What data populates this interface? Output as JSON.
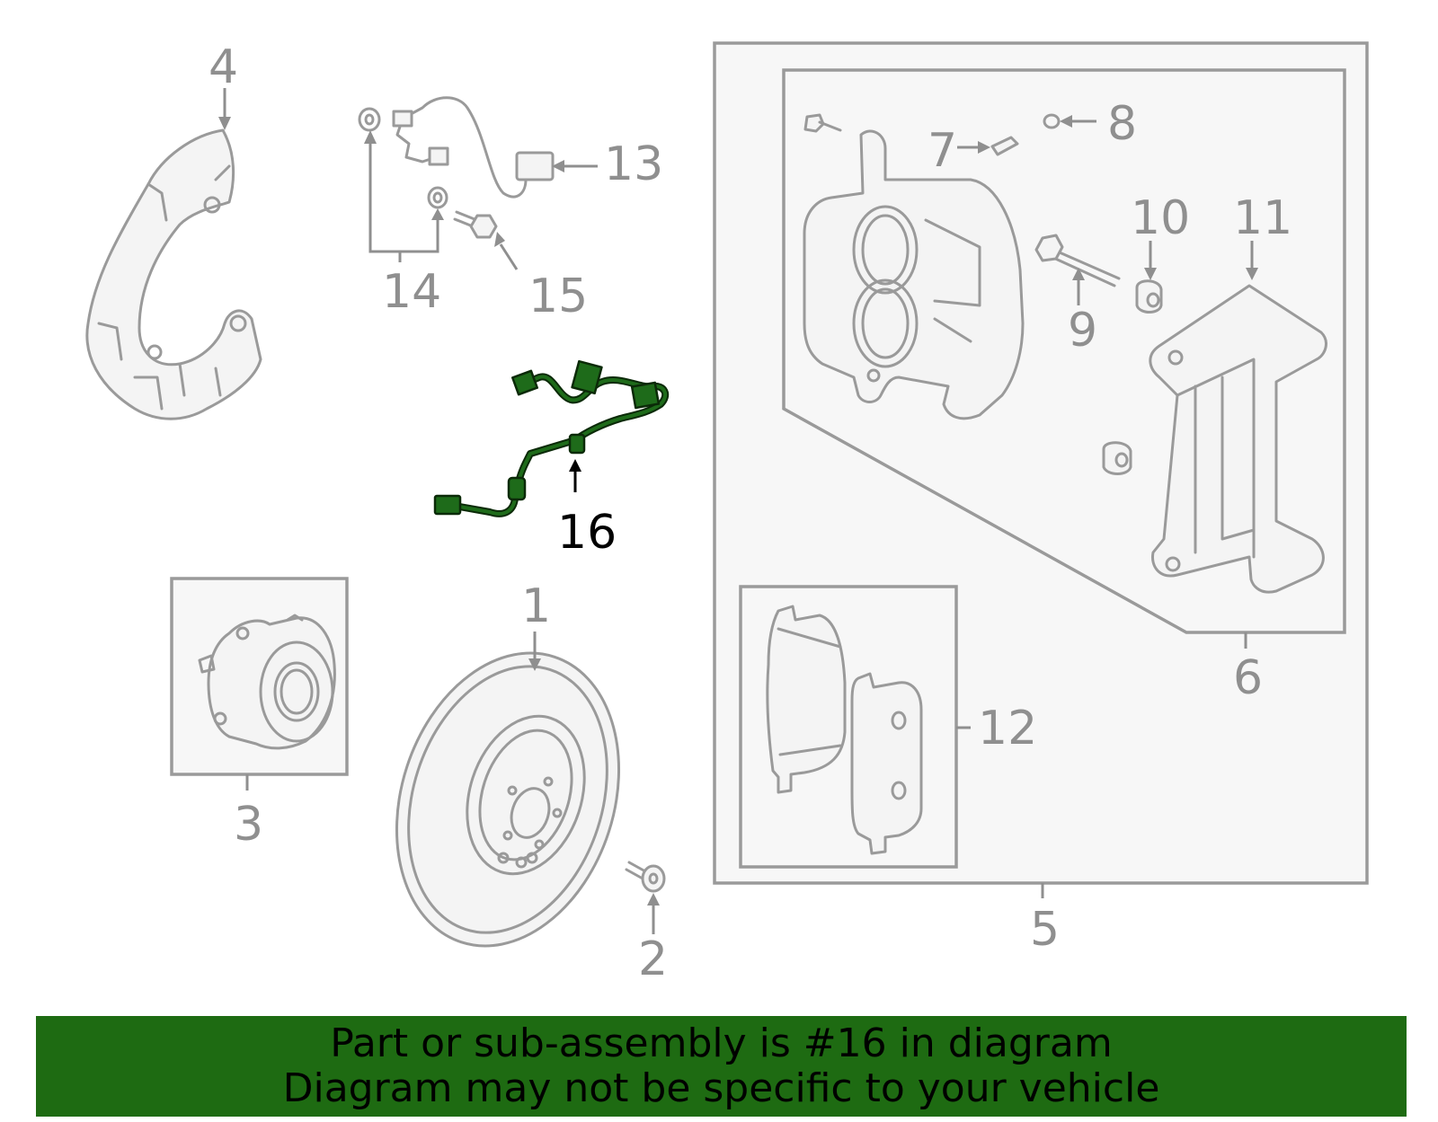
{
  "callouts": {
    "c1": "1",
    "c2": "2",
    "c3": "3",
    "c4": "4",
    "c5": "5",
    "c6": "6",
    "c7": "7",
    "c8": "8",
    "c9": "9",
    "c10": "10",
    "c11": "11",
    "c12": "12",
    "c13": "13",
    "c14": "14",
    "c15": "15",
    "c16": "16"
  },
  "highlighted_callout": "16",
  "colors": {
    "highlight": "#1e6b1a",
    "banner": "#1e6b12",
    "line_art": "#9a9a9a"
  },
  "banner": {
    "line1": "Part or sub-assembly is #16 in diagram",
    "line2": "Diagram may not be specific to your vehicle"
  }
}
